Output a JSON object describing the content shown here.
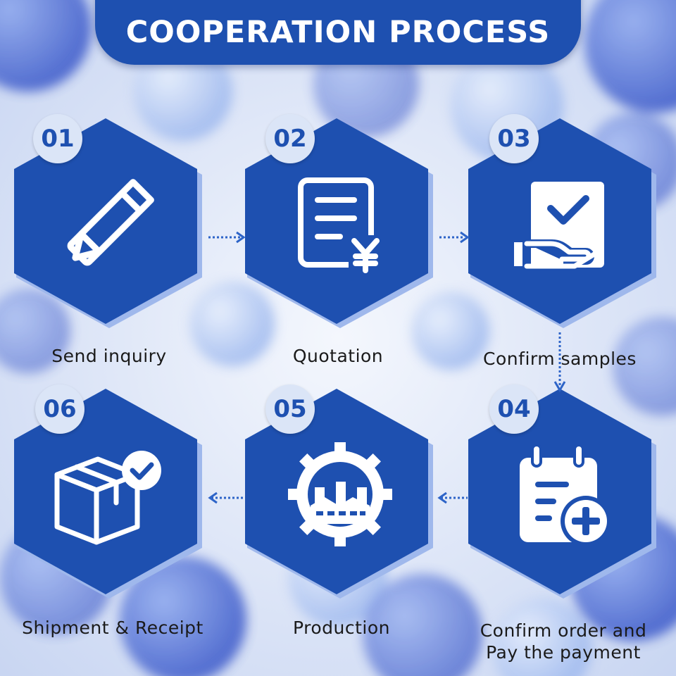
{
  "title": "COOPERATION PROCESS",
  "colors": {
    "primary": "#1e50b0",
    "hex_shadow": "#9fb8ec",
    "badge_bg": "#dbe5f7",
    "label_text": "#1a1a1a",
    "dots": "#2d64c8"
  },
  "steps": [
    {
      "number": "01",
      "label": "Send inquiry",
      "icon": "pencil-ruler-icon"
    },
    {
      "number": "02",
      "label": "Quotation",
      "icon": "price-document-icon"
    },
    {
      "number": "03",
      "label": "Confirm samples",
      "icon": "sample-checklist-hand-icon"
    },
    {
      "number": "04",
      "label_line1": "Confirm order and",
      "label_line2": "Pay the payment",
      "icon": "calendar-add-icon"
    },
    {
      "number": "05",
      "label": "Production",
      "icon": "factory-gear-icon"
    },
    {
      "number": "06",
      "label": "Shipment & Receipt",
      "icon": "package-check-icon"
    }
  ]
}
